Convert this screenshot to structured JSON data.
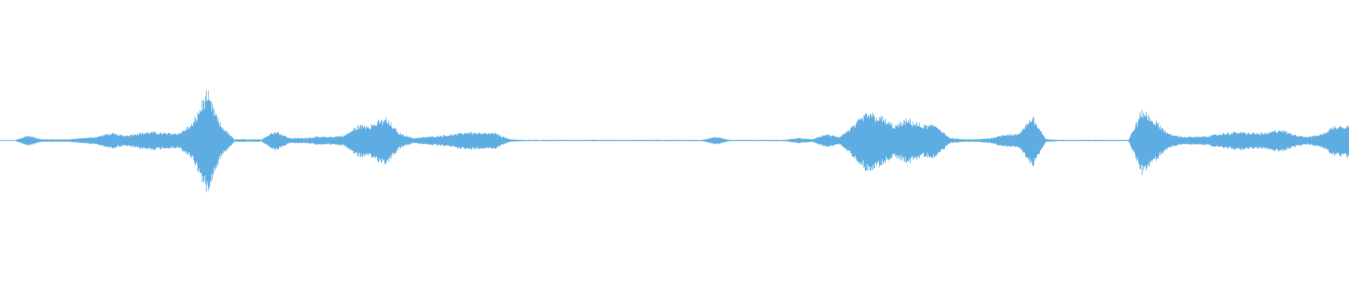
{
  "waveform": {
    "color": "#5dade2",
    "amplitude_envelope": [
      0.0,
      0.0,
      0.04,
      0.01,
      0.01,
      0.01,
      0.02,
      0.03,
      0.06,
      0.04,
      0.06,
      0.07,
      0.06,
      0.06,
      0.14,
      0.39,
      0.13,
      0.01,
      0.01,
      0.01,
      0.08,
      0.02,
      0.02,
      0.03,
      0.03,
      0.04,
      0.12,
      0.13,
      0.18,
      0.06,
      0.02,
      0.03,
      0.04,
      0.05,
      0.07,
      0.06,
      0.06,
      0.01,
      0.005,
      0.005,
      0.005,
      0.005,
      0.005,
      0.005,
      0.005,
      0.005,
      0.005,
      0.005,
      0.005,
      0.005,
      0.005,
      0.005,
      0.03,
      0.005,
      0.005,
      0.005,
      0.005,
      0.005,
      0.02,
      0.01,
      0.05,
      0.03,
      0.12,
      0.23,
      0.19,
      0.12,
      0.17,
      0.12,
      0.13,
      0.02,
      0.01,
      0.01,
      0.02,
      0.05,
      0.05,
      0.2,
      0.01,
      0.005,
      0.005,
      0.005,
      0.005,
      0.005,
      0.005,
      0.25,
      0.15,
      0.05,
      0.03,
      0.03,
      0.04,
      0.06,
      0.07,
      0.06,
      0.06,
      0.09,
      0.05,
      0.03,
      0.05,
      0.12,
      0.13
    ]
  }
}
